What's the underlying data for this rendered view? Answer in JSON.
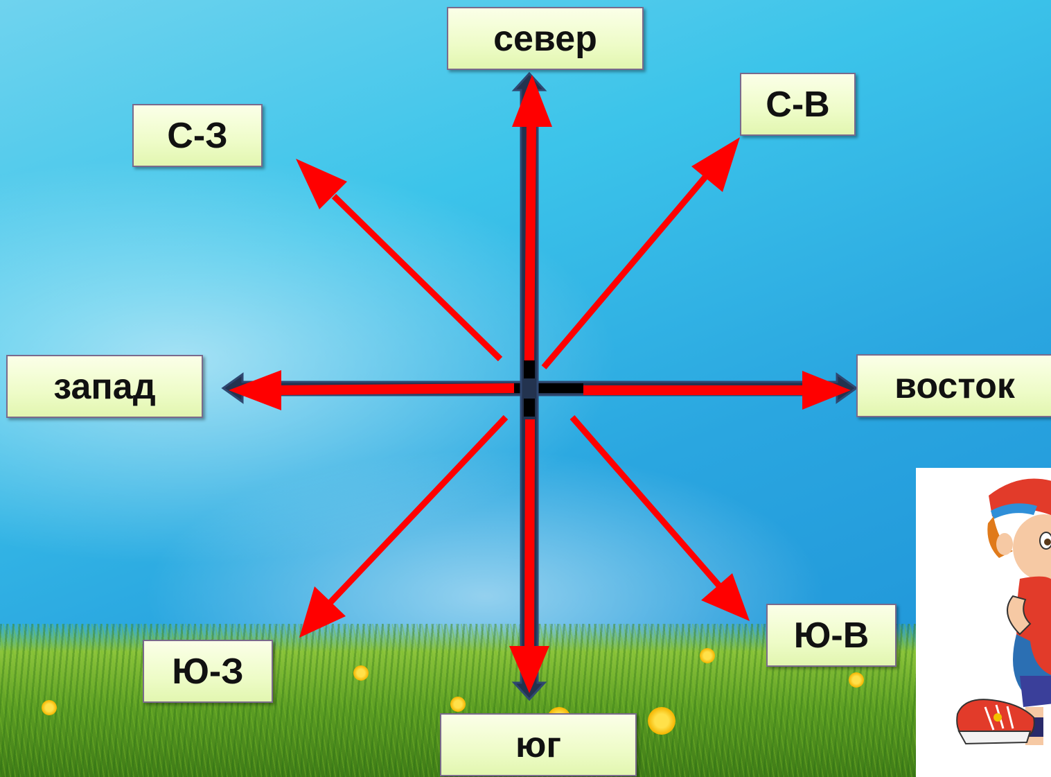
{
  "directions": {
    "north": "север",
    "south": "юг",
    "west": "запад",
    "east": "восток",
    "northwest": "С-З",
    "northeast": "С-В",
    "southwest": "Ю-З",
    "southeast": "Ю-В"
  },
  "colors": {
    "arrow": "#ff0000",
    "axis": "#000000",
    "label_bg": "#eefcc8"
  },
  "icons": {
    "character": "cartoon-boy-walking-icon"
  }
}
